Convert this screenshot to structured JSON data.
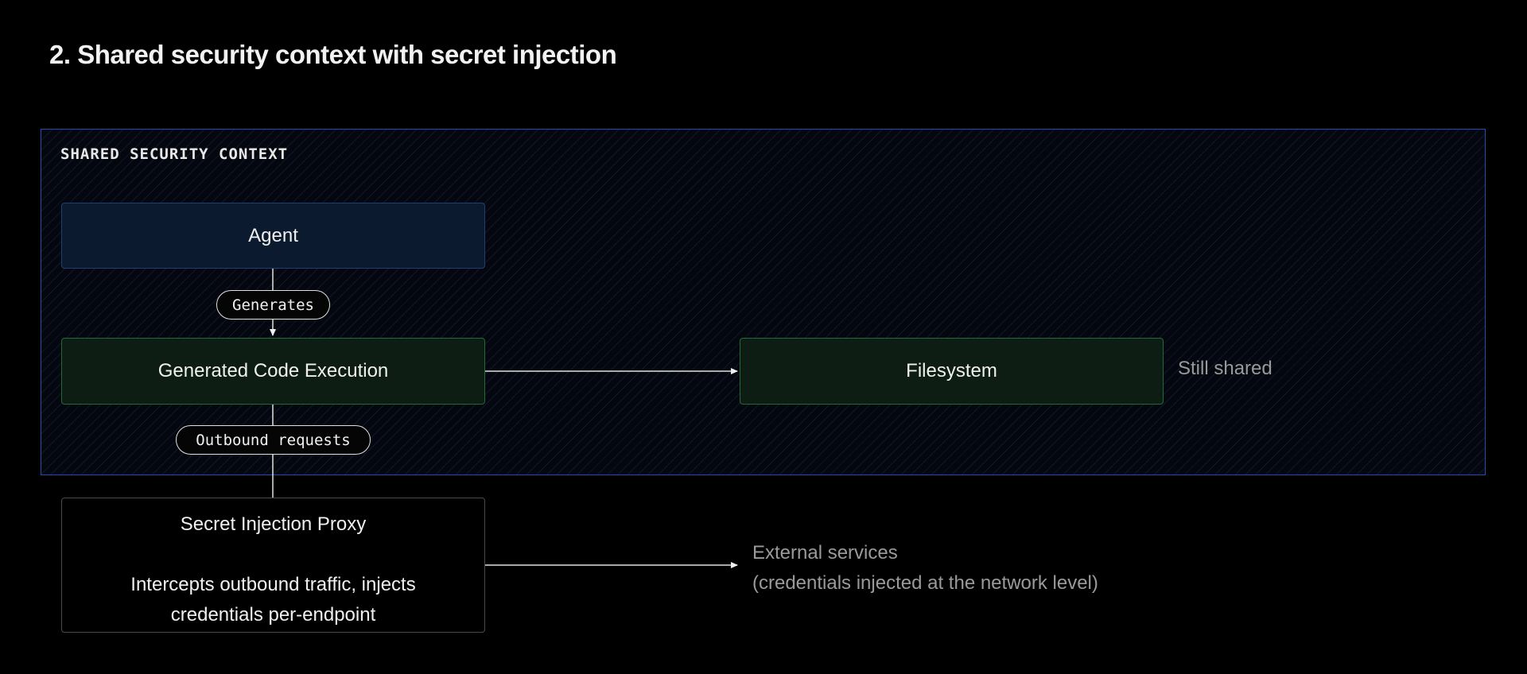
{
  "title": "2.  Shared security context with secret injection",
  "context": {
    "label": "SHARED SECURITY CONTEXT"
  },
  "nodes": {
    "agent": "Agent",
    "exec": "Generated Code Execution",
    "filesystem": "Filesystem",
    "proxy_title": "Secret Injection Proxy",
    "proxy_desc": "Intercepts outbound traffic, injects credentials per-endpoint"
  },
  "edges": {
    "generates": "Generates",
    "outbound": "Outbound requests"
  },
  "notes": {
    "still_shared": "Still shared",
    "external_line1": "External services",
    "external_line2": "(credentials injected at the network level)"
  },
  "colors": {
    "background": "#000000",
    "context_border": "#1f4fa8",
    "agent_fill": "#0b1a2e",
    "exec_fill": "#0e1d14",
    "exec_border": "#1f6b35",
    "muted_text": "#9a9a9a"
  }
}
